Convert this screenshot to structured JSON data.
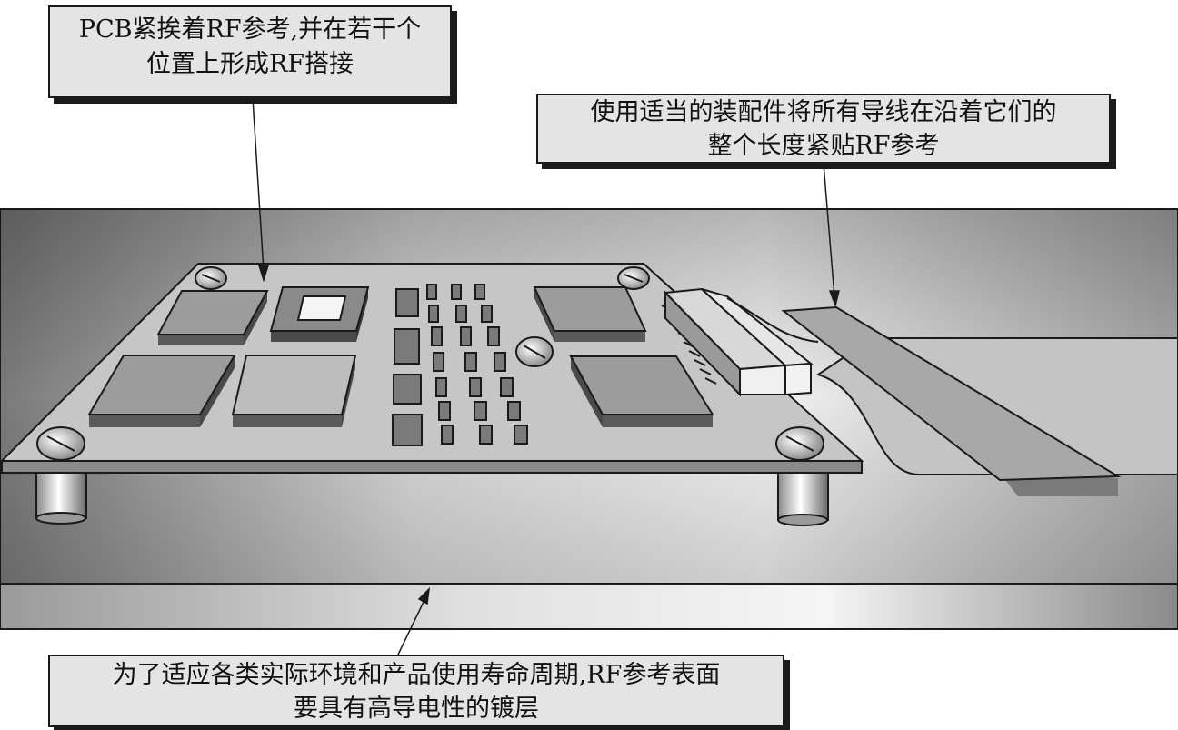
{
  "callouts": {
    "pcb_bond": {
      "line1": "PCB紧挨着RF参考,并在若干个",
      "line2": "位置上形成RF搭接"
    },
    "cable_routing": {
      "line1": "使用适当的装配件将所有导线在沿着它们的",
      "line2": "整个长度紧贴RF参考"
    },
    "surface_plating": {
      "line1": "为了适应各类实际环境和产品使用寿命周期,RF参考表面",
      "line2": "要具有高导电性的镀层"
    }
  },
  "colors": {
    "outline": "#1a1a1a",
    "label_fill": "#e4e4e4",
    "board": "#c8c8c8",
    "chip": "#9a9a9a",
    "reference_plane": "#d0d0d0"
  }
}
